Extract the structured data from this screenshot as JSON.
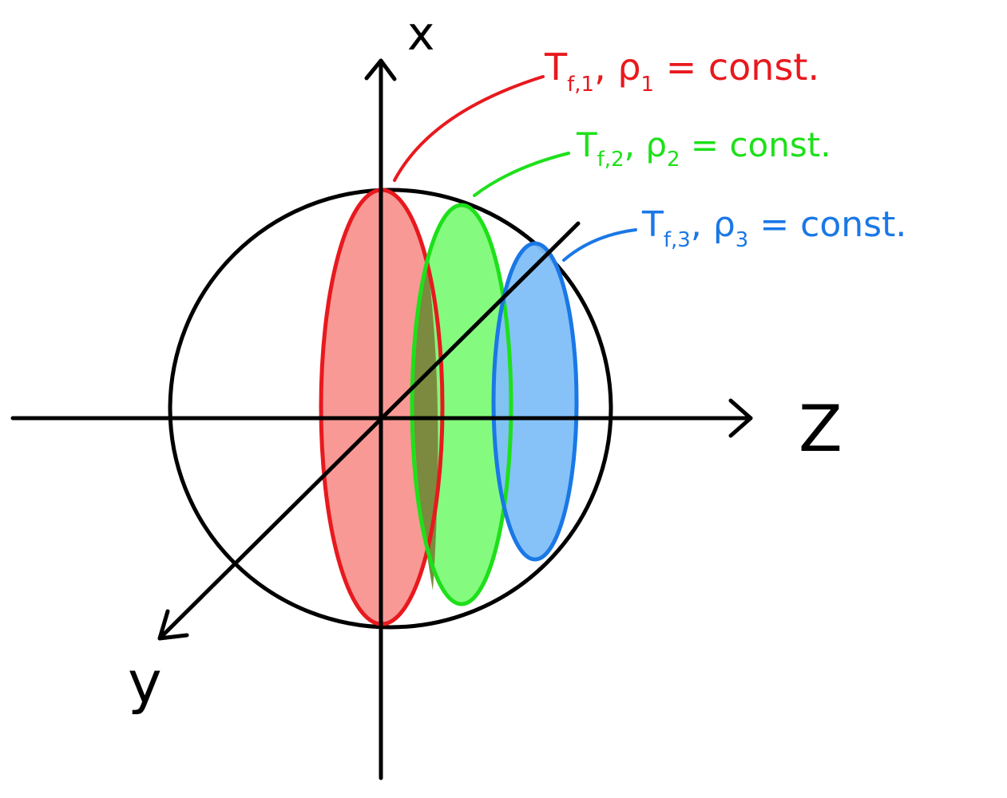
{
  "axes": {
    "x_label": "x",
    "y_label": "y",
    "z_label": "Z"
  },
  "sections": [
    {
      "id": "1",
      "T": "T",
      "T_sub": "f,1",
      "rho": "ρ",
      "rho_sub": "1",
      "rest": "= const.",
      "stroke": "#e8191e",
      "fill": "#f8938f"
    },
    {
      "id": "2",
      "T": "T",
      "T_sub": "f,2",
      "rho": "ρ",
      "rho_sub": "2",
      "rest": "= const.",
      "stroke": "#1ee01a",
      "fill": "#7dfb78"
    },
    {
      "id": "3",
      "T": "T",
      "T_sub": "f,3",
      "rho": "ρ",
      "rho_sub": "3",
      "rest": "= const.",
      "stroke": "#1a78e6",
      "fill": "#80bff8"
    }
  ],
  "colors": {
    "axes": "#000000",
    "overlap": "#7b8a3e"
  }
}
